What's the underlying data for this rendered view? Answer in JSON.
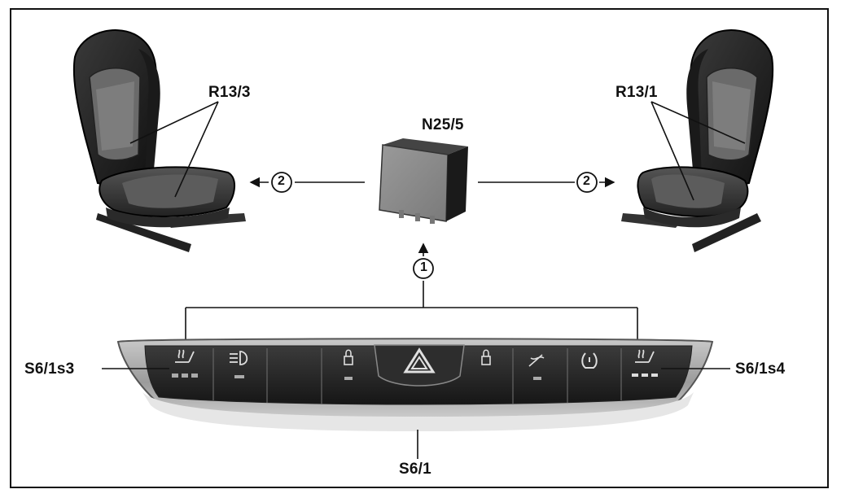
{
  "labels": {
    "module": "N25/5",
    "seat_left": "R13/3",
    "seat_right": "R13/1",
    "switch_left": "S6/1s3",
    "switch_right": "S6/1s4",
    "panel": "S6/1"
  },
  "callouts": {
    "bus_1": "1",
    "line_left": "2",
    "line_right": "2"
  }
}
